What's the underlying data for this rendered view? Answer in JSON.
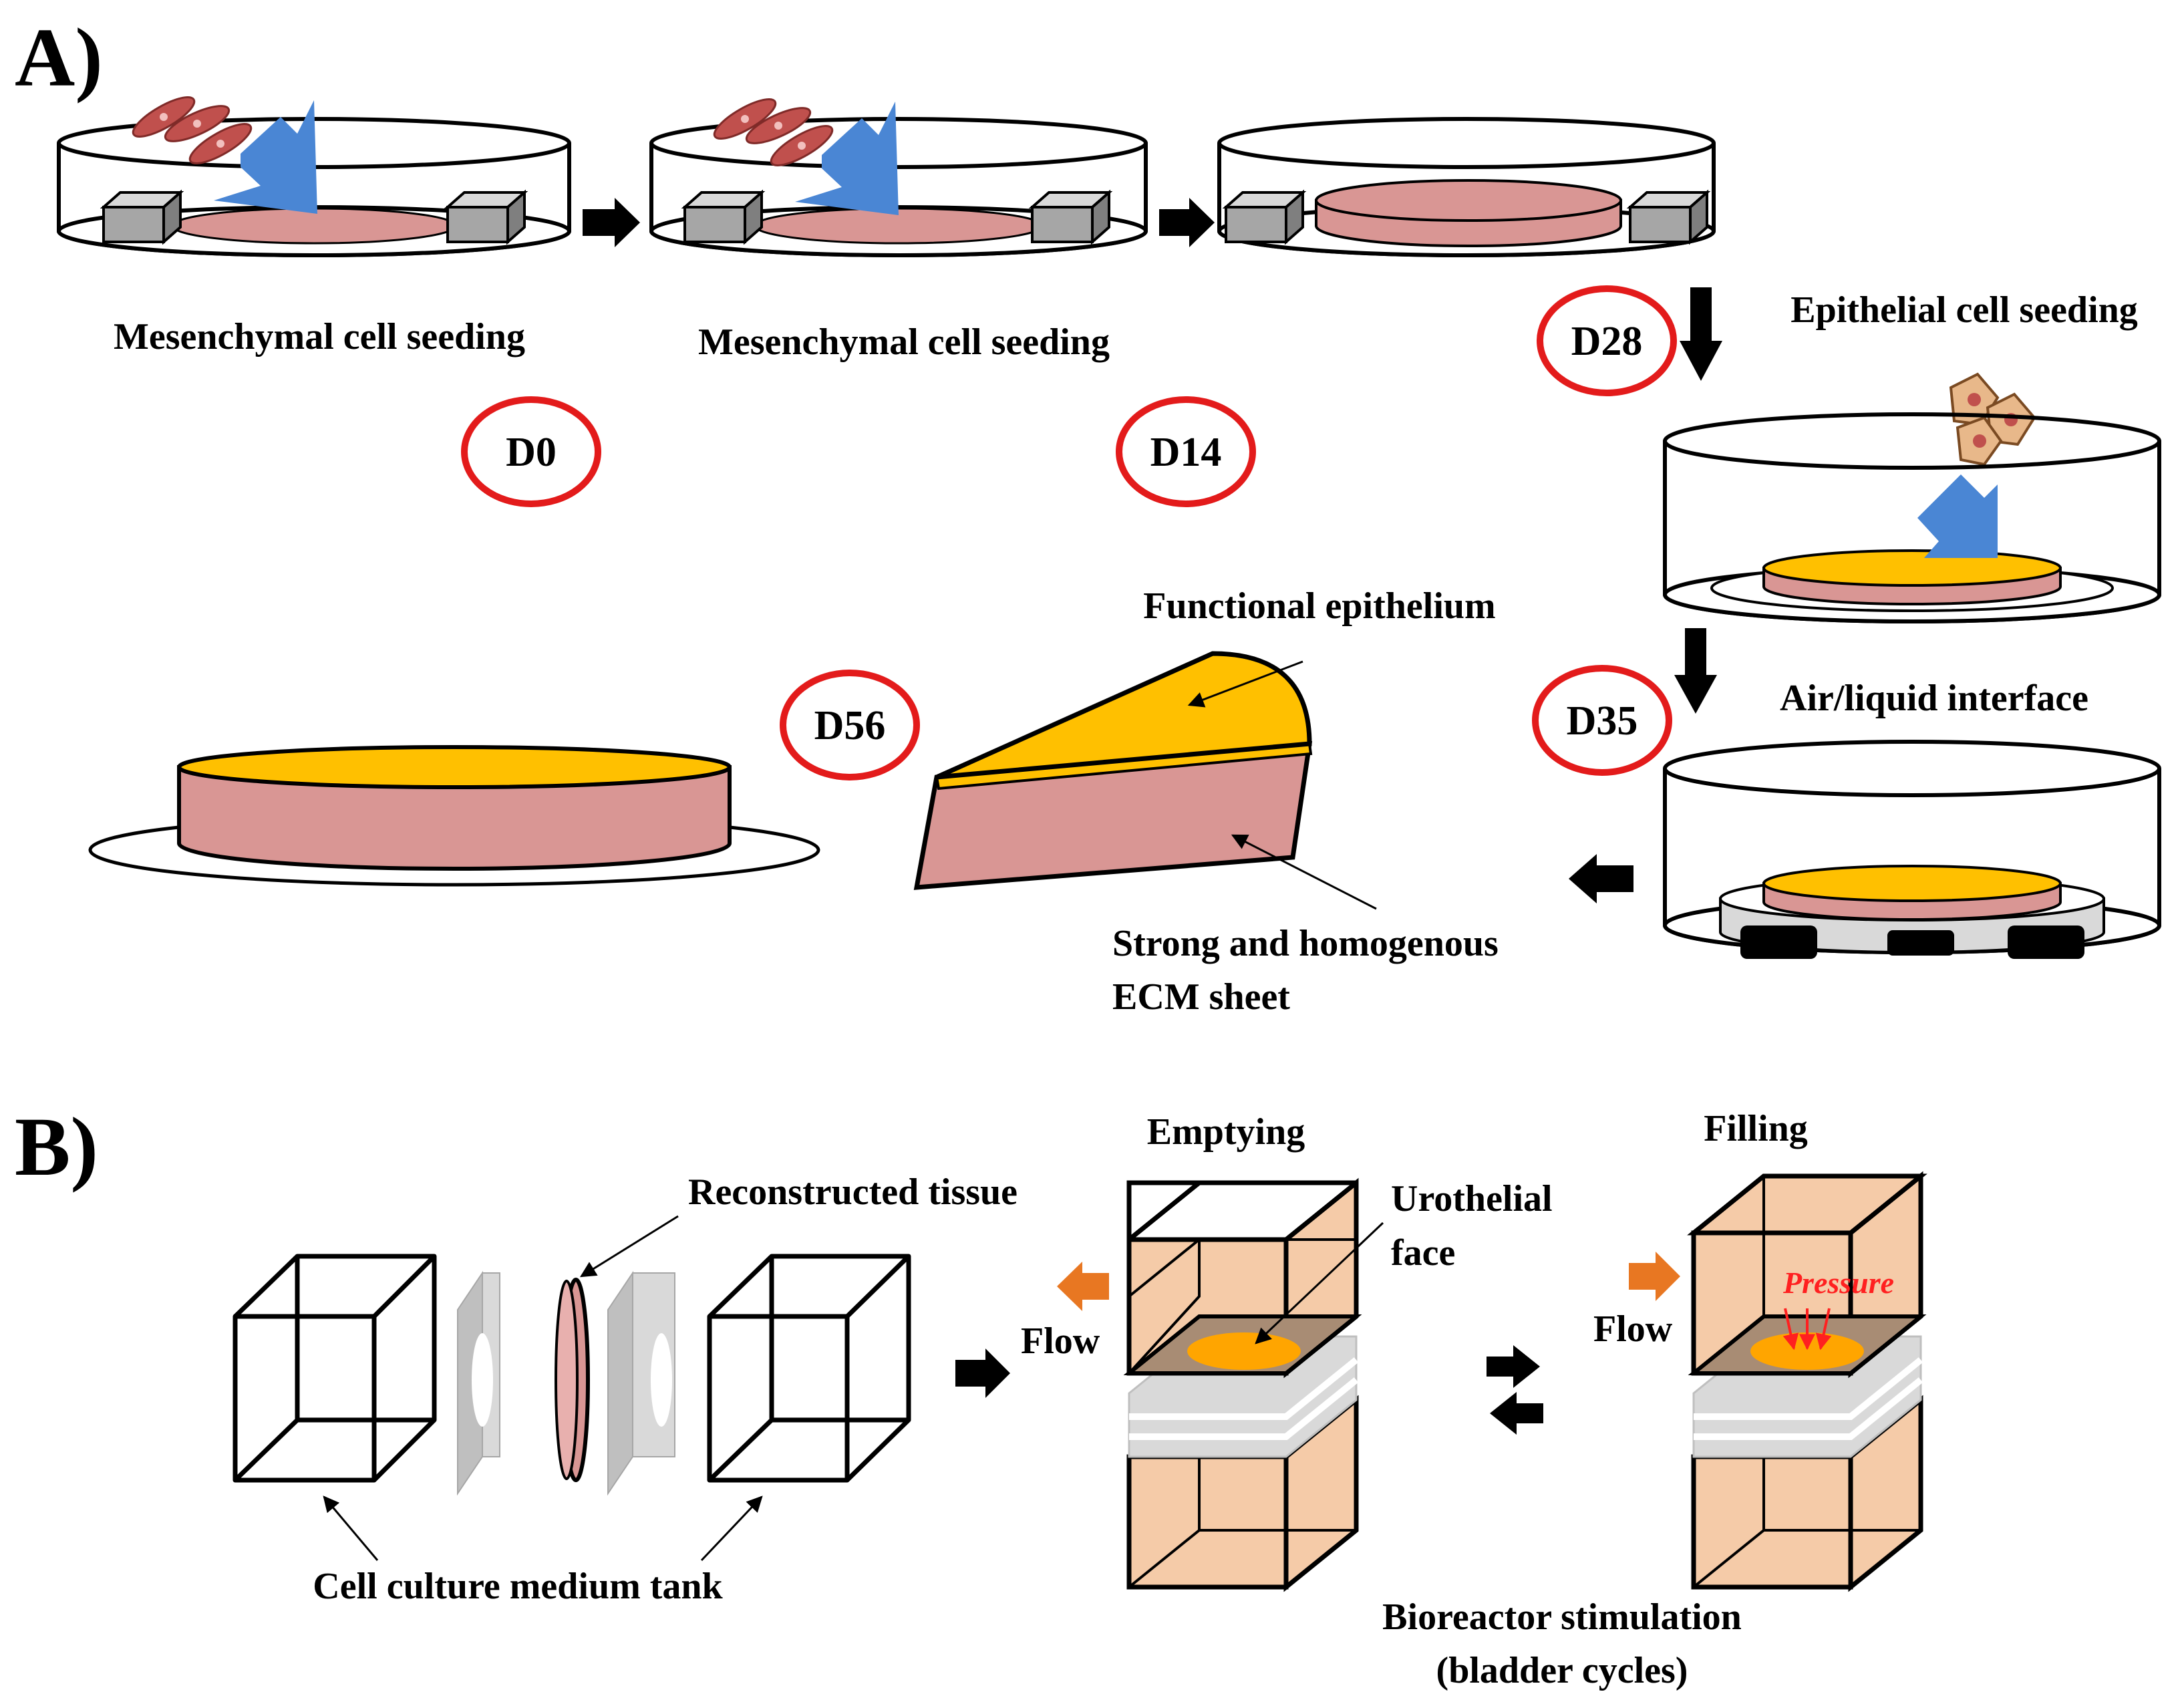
{
  "panels": {
    "a": "A)",
    "b": "B)"
  },
  "panel_a": {
    "step1_label": "Mesenchymal cell seeding",
    "step2_label": "Mesenchymal cell seeding",
    "epithelial_seeding_label": "Epithelial cell seeding",
    "air_liquid_label": "Air/liquid interface",
    "functional_epithelium_label": "Functional epithelium",
    "ecm_line1": "Strong and homogenous",
    "ecm_line2": "ECM sheet",
    "days": {
      "d0": "D0",
      "d14": "D14",
      "d28": "D28",
      "d35": "D35",
      "d56": "D56"
    }
  },
  "panel_b": {
    "reconstructed_tissue_label": "Reconstructed tissue",
    "medium_tank_label": "Cell culture medium tank",
    "emptying_label": "Emptying",
    "filling_label": "Filling",
    "urothelial_line1": "Urothelial",
    "urothelial_line2": "face",
    "flow_left": "Flow",
    "flow_right": "Flow",
    "pressure_label": "Pressure",
    "bioreactor_line1": "Bioreactor stimulation",
    "bioreactor_line2": "(bladder cycles)"
  },
  "colors": {
    "tissue_pink": "#d99694",
    "epithelium_gold": "#ffc000",
    "arrow_blue": "#4a86d4",
    "day_circle_red": "#e31b1b",
    "flow_orange": "#e87722",
    "tank_peach": "#f5cba8",
    "pressure_red": "#ff2020",
    "insert_gray": "#bfbfbf"
  }
}
